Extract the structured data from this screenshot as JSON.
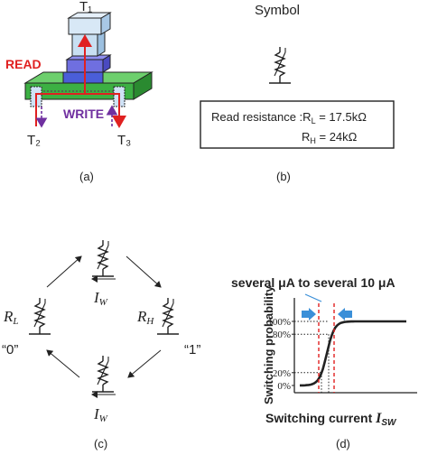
{
  "panel_a": {
    "t1": "T₁",
    "read": "READ",
    "write": "WRITE",
    "t2": "T₂",
    "t3": "T₃",
    "caption": "(a)",
    "colors": {
      "read": "#e02020",
      "write": "#7030a0",
      "base": "#3cb043",
      "pillar": "#b8d4ee",
      "mtj": "#4a5ed8"
    }
  },
  "panel_b": {
    "title": "Symbol",
    "read_resistance_label": "Read resistance :R",
    "rl_sub": "L",
    "rl_value": " = 17.5kΩ",
    "rh_label": "R",
    "rh_sub": "H",
    "rh_value": " = 24kΩ",
    "caption": "(b)"
  },
  "panel_c": {
    "rl_label": "R",
    "rl_sub": "L",
    "rh_label": "R",
    "rh_sub": "H",
    "iw_top": "I",
    "iw_top_sub": "W",
    "iw_bottom": "I",
    "iw_bottom_sub": "W",
    "state0": "“0”",
    "state1": "“1”",
    "caption": "(c)"
  },
  "panel_d": {
    "title": "several μA to several 10 μA",
    "ylabel": "Switching   probability",
    "xlabel": "Switching current ",
    "xlabel_var": "I",
    "xlabel_sub": "SW",
    "yticks": [
      "100%",
      "80%",
      "20%",
      "0%"
    ],
    "caption": "(d)",
    "colors": {
      "curve": "#222222",
      "threshold": "#e02020",
      "arrow": "#3a8fd8"
    }
  }
}
